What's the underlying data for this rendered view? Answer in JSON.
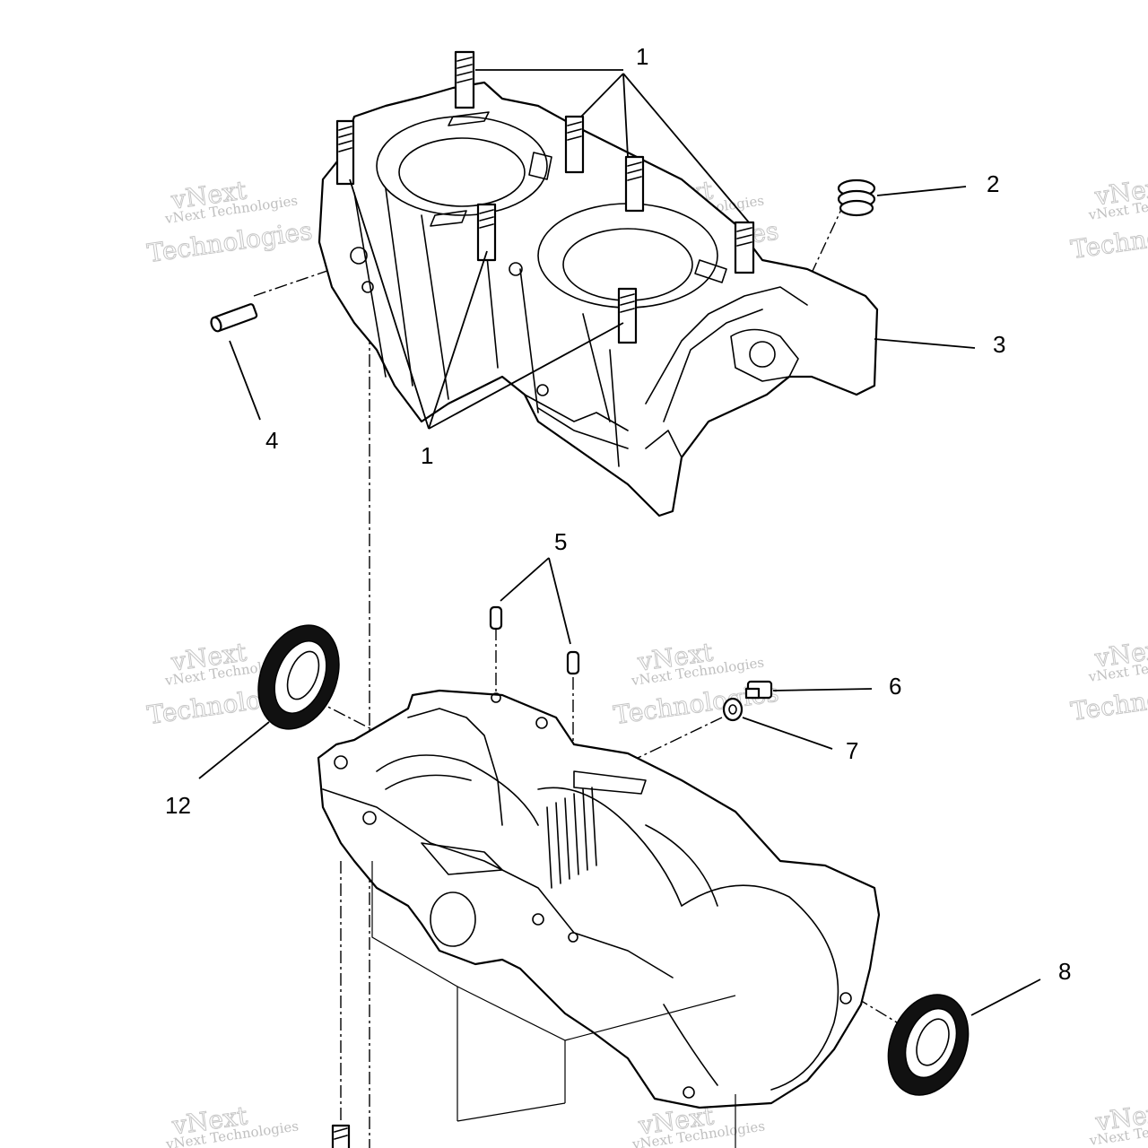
{
  "callouts": {
    "c1_top": "1",
    "c1_bottom": "1",
    "c2": "2",
    "c3": "3",
    "c4": "4",
    "c5": "5",
    "c6": "6",
    "c7": "7",
    "c8": "8",
    "c12": "12"
  },
  "watermark": {
    "line1": "vNext Technologies",
    "line2": "vNext",
    "line3": "Technologies"
  }
}
